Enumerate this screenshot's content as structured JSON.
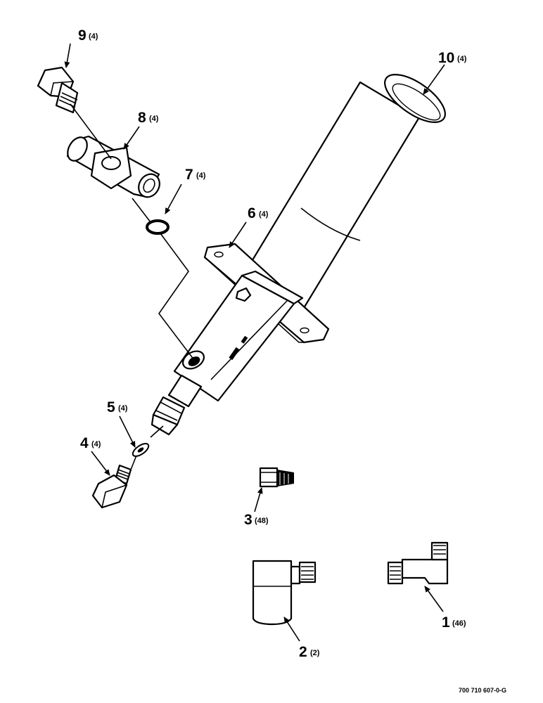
{
  "callouts": [
    {
      "id": "9",
      "number": "9",
      "qty": "(4)"
    },
    {
      "id": "8",
      "number": "8",
      "qty": "(4)"
    },
    {
      "id": "7",
      "number": "7",
      "qty": "(4)"
    },
    {
      "id": "6",
      "number": "6",
      "qty": "(4)"
    },
    {
      "id": "10",
      "number": "10",
      "qty": "(4)"
    },
    {
      "id": "5",
      "number": "5",
      "qty": "(4)"
    },
    {
      "id": "4",
      "number": "4",
      "qty": "(4)"
    },
    {
      "id": "3",
      "number": "3",
      "qty": "(48)"
    },
    {
      "id": "2",
      "number": "2",
      "qty": "(2)"
    },
    {
      "id": "1",
      "number": "1",
      "qty": "(46)"
    }
  ],
  "reference_code": "700 710 607-0-G"
}
